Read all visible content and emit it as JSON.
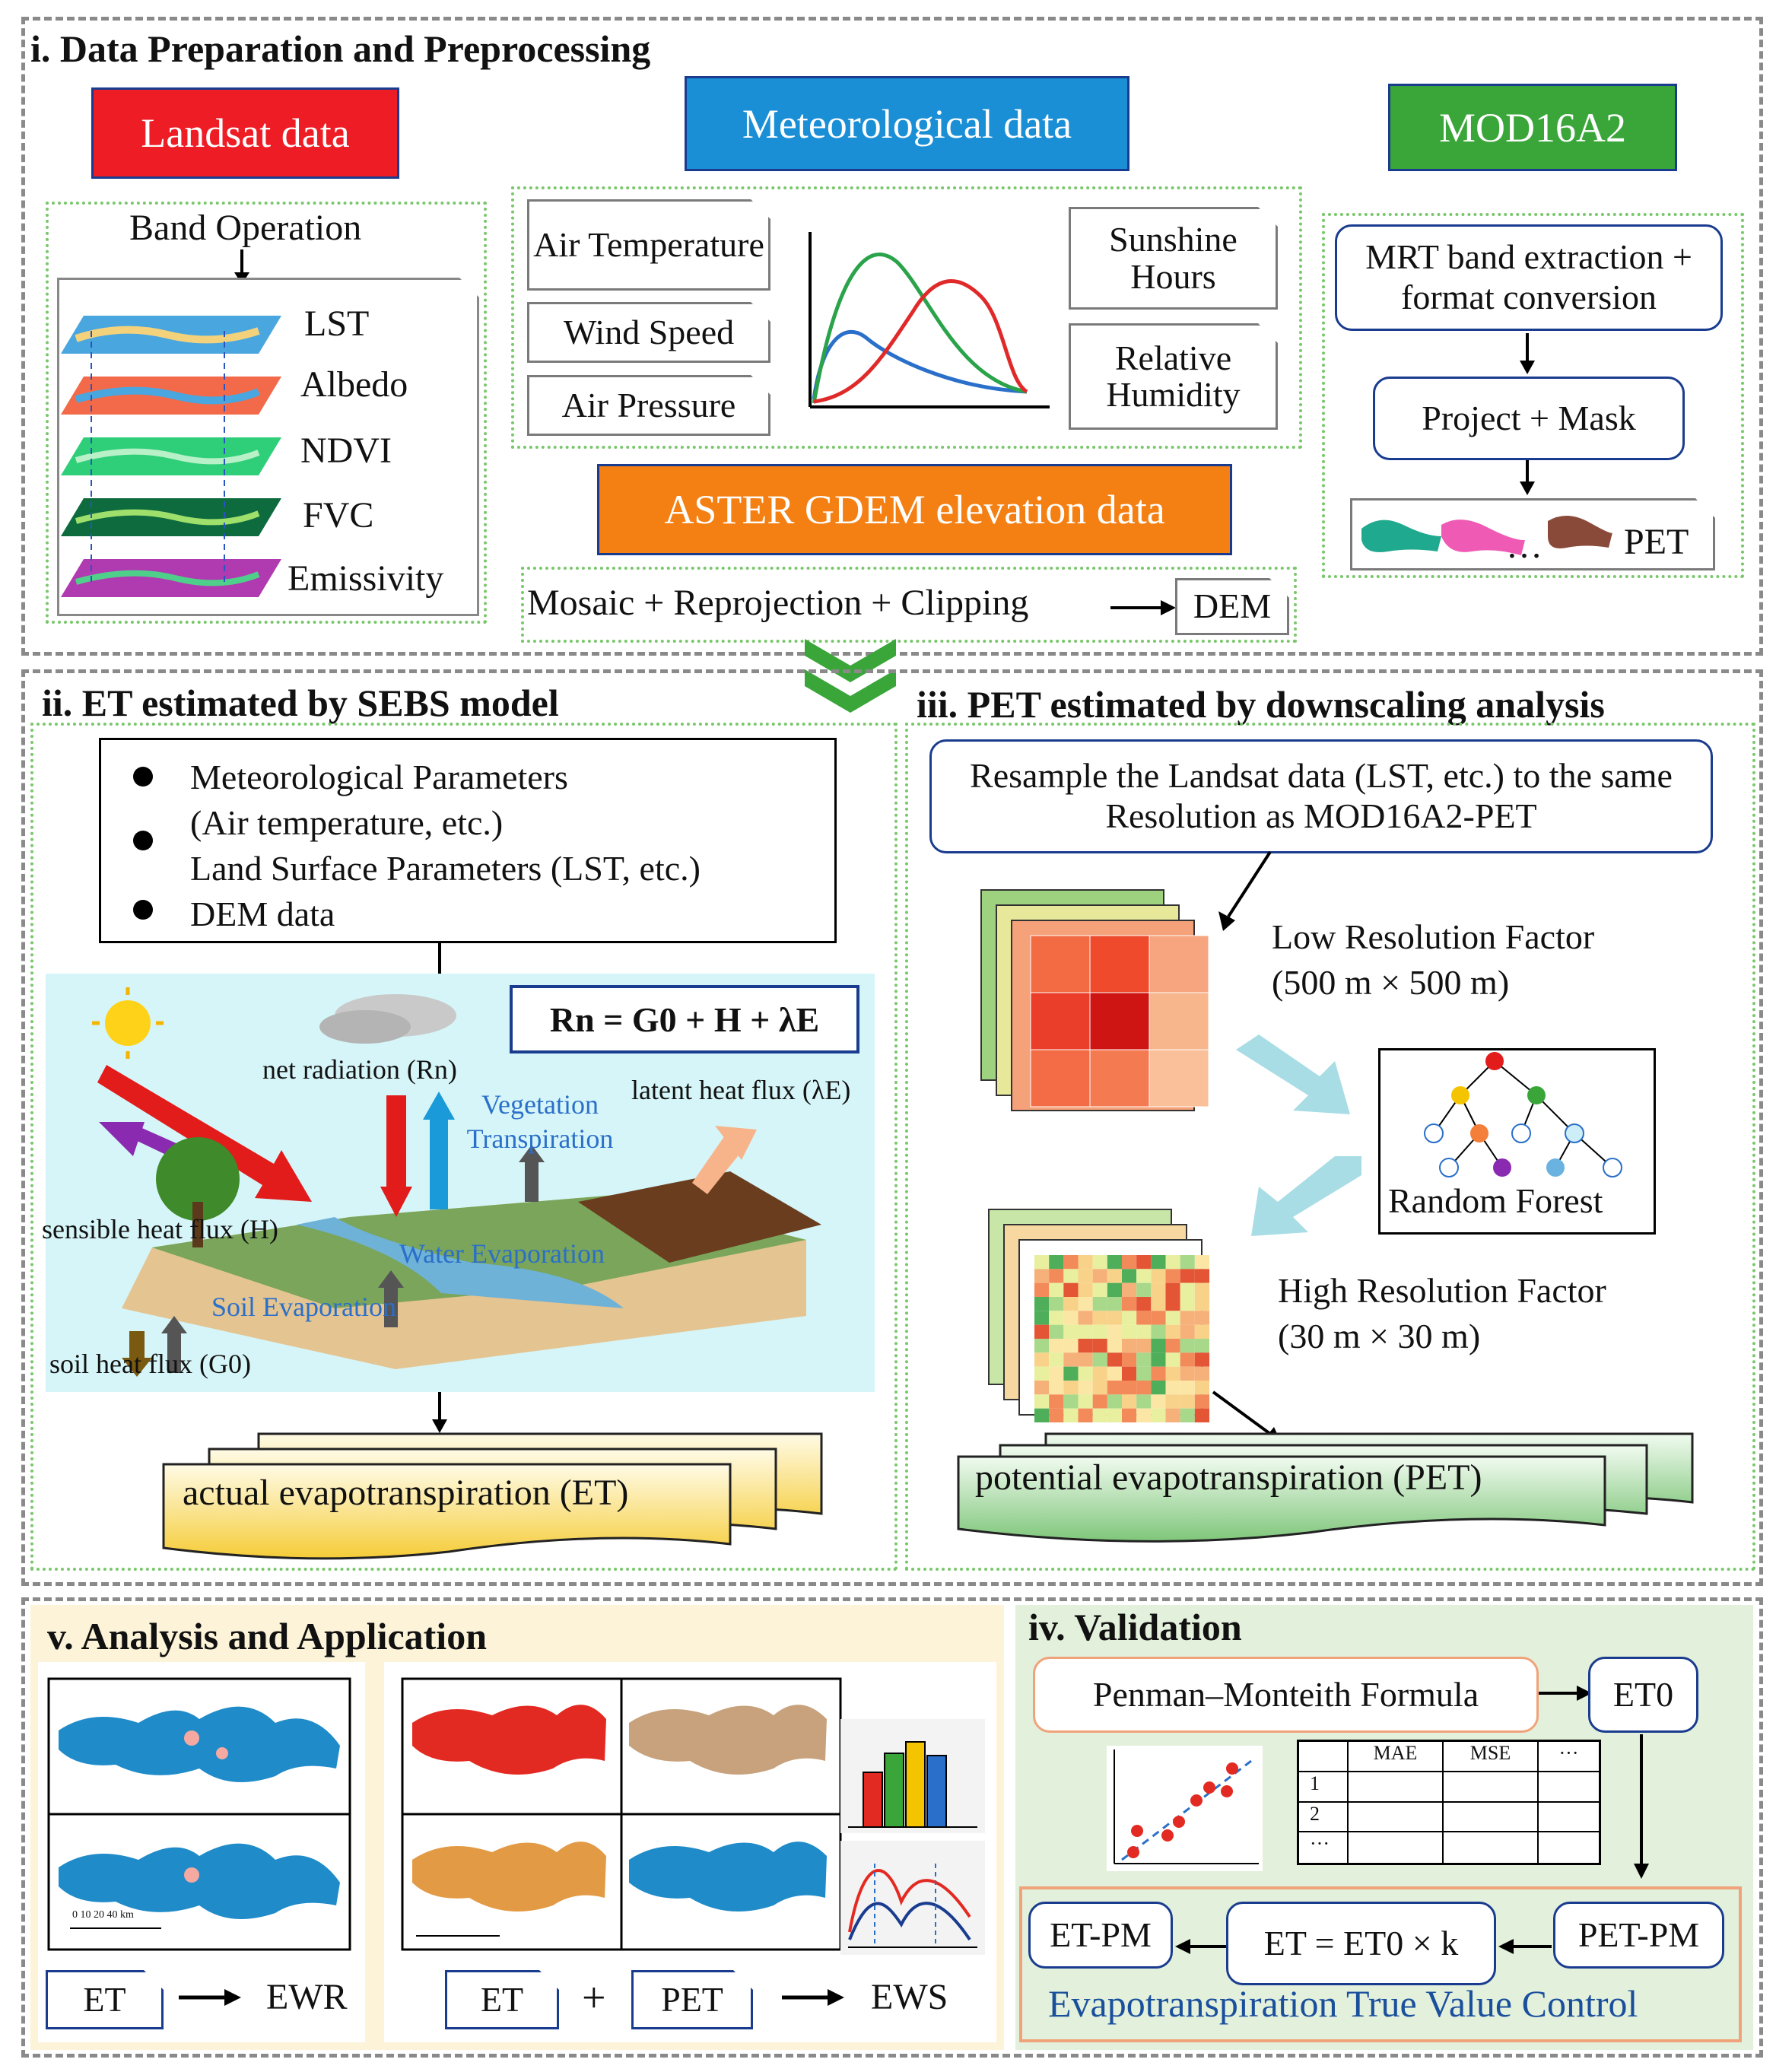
{
  "sections": {
    "i_title": "i. Data Preparation and Preprocessing",
    "ii_title": "ii. ET estimated by SEBS model",
    "iii_title": "iii. PET estimated by downscaling analysis",
    "iv_title": "iv. Validation",
    "v_title": "v. Analysis and Application"
  },
  "sources": {
    "landsat": "Landsat data",
    "meteorological": "Meteorological data",
    "mod16": "MOD16A2",
    "aster": "ASTER GDEM elevation data"
  },
  "landsat_block": {
    "band_operation": "Band Operation",
    "layers": [
      "LST",
      "Albedo",
      "NDVI",
      "FVC",
      "Emissivity"
    ]
  },
  "met_block": {
    "air_temp": "Air Temperature",
    "wind": "Wind Speed",
    "pressure": "Air Pressure",
    "sunshine": "Sunshine Hours",
    "humidity": "Relative Humidity"
  },
  "dem_block": {
    "process": "Mosaic + Reprojection + Clipping",
    "output": "DEM"
  },
  "mod16_block": {
    "step1": "MRT band extraction + format conversion",
    "step2": "Project + Mask",
    "ellipsis": "…",
    "output": "PET"
  },
  "sebs": {
    "inputs": [
      "Meteorological Parameters",
      "(Air temperature, etc.)",
      "Land Surface Parameters (LST, etc.)",
      "DEM data"
    ],
    "equation": "Rn = G0 + H + λE",
    "labels": {
      "net_radiation": "net radiation (Rn)",
      "vegetation": "Vegetation Transpiration",
      "latent": "latent heat flux (λE)",
      "sensible": "sensible heat flux (H)",
      "water_evap": "Water Evaporation",
      "soil_evap": "Soil Evaporation",
      "soil_heat": "soil heat flux (G0)"
    },
    "output": "actual evapotranspiration (ET)"
  },
  "downscaling": {
    "resample": "Resample the Landsat data (LST, etc.) to the same Resolution as MOD16A2-PET",
    "low_res_title": "Low Resolution Factor",
    "low_res_size": "(500 m × 500 m)",
    "model": "Random Forest",
    "high_res_title": "High Resolution Factor",
    "high_res_size": "(30 m × 30 m)",
    "output": "potential evapotranspiration (PET)"
  },
  "validation": {
    "formula": "Penman–Monteith Formula",
    "et0": "ET0",
    "table_headers": [
      "",
      "MAE",
      "MSE",
      "···"
    ],
    "table_rows": [
      "1",
      "2",
      "···"
    ],
    "et_pm": "ET-PM",
    "equation": "ET = ET0 × k",
    "pet_pm": "PET-PM",
    "control": "Evapotranspiration True Value Control"
  },
  "analysis": {
    "scale_bar": "0 10 20 40 km",
    "et": "ET",
    "ewr": "EWR",
    "et2": "ET",
    "plus": "+",
    "pet": "PET",
    "ews": "EWS"
  },
  "colors": {
    "landsat": "#ee1c25",
    "meteorological": "#1a8fd6",
    "mod16": "#3aa63a",
    "aster": "#f47f12",
    "dash_border": "#8a8a8a",
    "dot_border": "#79c76b",
    "analysis_bg": "#fcf3d9",
    "validation_bg": "#e3f0dc"
  }
}
